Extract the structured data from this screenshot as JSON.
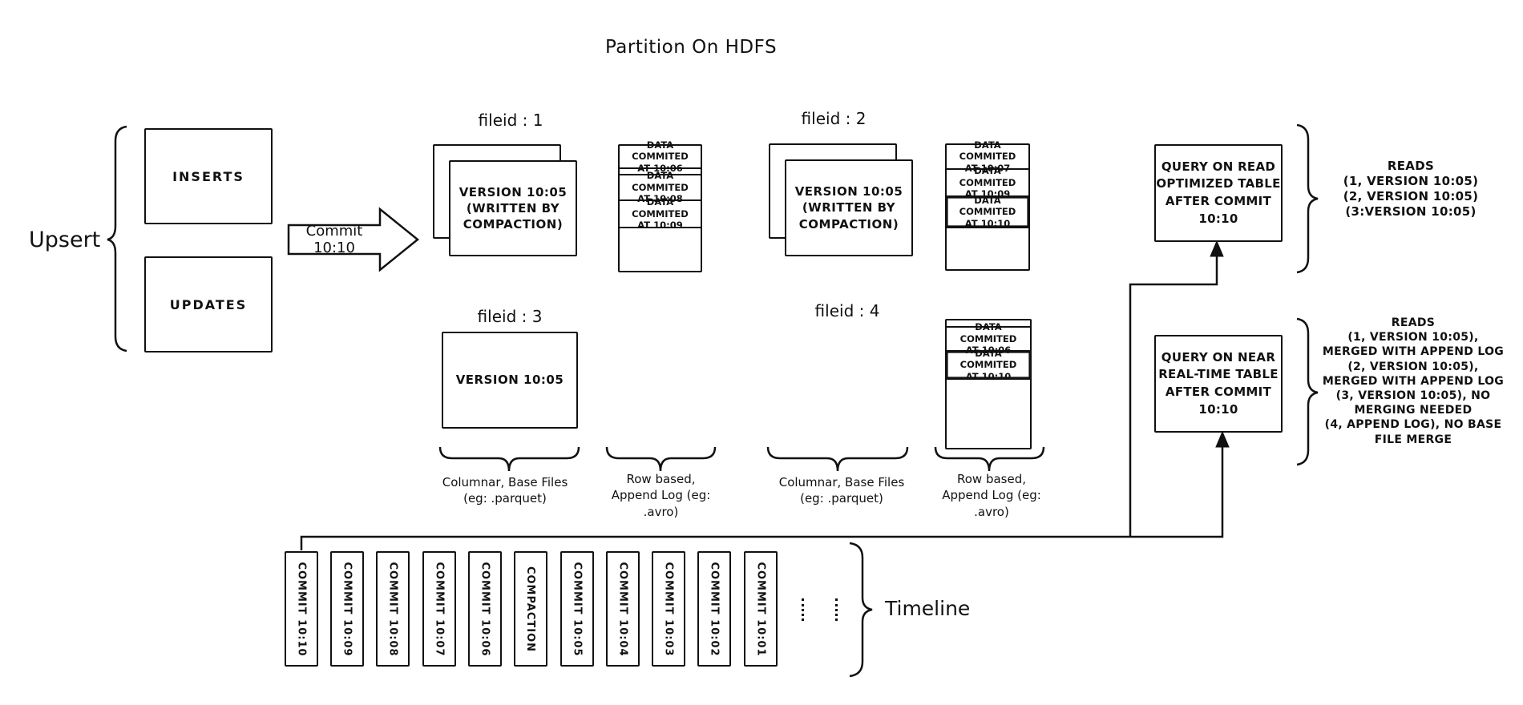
{
  "title": "Partition On HDFS",
  "upsert": {
    "label": "Upsert",
    "inserts": "INSERTS",
    "updates": "UPDATES"
  },
  "commit_arrow": "Commit 10:10",
  "files": [
    {
      "id": "fileid : 1",
      "base": "VERSION 10:05\n(WRITTEN BY\nCOMPACTION)",
      "log_rows": [
        "DATA COMMITED\nAT 10:06",
        "DATA COMMITED\nAT 10:08",
        "DATA COMMITED\nAT 10:09"
      ]
    },
    {
      "id": "fileid : 2",
      "base": "VERSION 10:05\n(WRITTEN BY\nCOMPACTION)",
      "log_rows": [
        "DATA COMMITED\nAT 10:07",
        "DATA COMMITED\nAT 10:09",
        "DATA COMMITED\nAT 10:10"
      ]
    },
    {
      "id": "fileid : 3",
      "base": "VERSION 10:05",
      "log_rows": []
    },
    {
      "id": "fileid : 4",
      "base": null,
      "log_rows": [
        "DATA COMMITED\nAT 10:06",
        "DATA COMMITED\nAT 10:10"
      ]
    }
  ],
  "group_labels": {
    "columnar": "Columnar, Base Files\n(eg: .parquet)",
    "row_based": "Row based,\nAppend Log  (eg:\n.avro)"
  },
  "queries": [
    {
      "box": "QUERY ON READ\nOPTIMIZED TABLE\nAFTER COMMIT\n10:10",
      "reads": "READS\n(1, VERSION 10:05)\n(2, VERSION 10:05)\n(3:VERSION 10:05)"
    },
    {
      "box": "QUERY ON NEAR\nREAL-TIME TABLE\nAFTER COMMIT\n10:10",
      "reads": "READS\n(1, VERSION 10:05),\nMERGED WITH APPEND LOG\n(2, VERSION 10:05),\nMERGED WITH APPEND LOG\n(3, VERSION 10:05), NO\nMERGING NEEDED\n(4, APPEND LOG), NO BASE\nFILE MERGE"
    }
  ],
  "timeline": {
    "label": "Timeline",
    "entries": [
      "COMMIT 10:10",
      "COMMIT 10:09",
      "COMMIT 10:08",
      "COMMIT 10:07",
      "COMMIT 10:06",
      "COMPACTION",
      "COMMIT 10:05",
      "COMMIT 10:04",
      "COMMIT 10:03",
      "COMMIT 10:02",
      "COMMIT 10:01"
    ]
  },
  "colors": {
    "ink": "#111111",
    "background": "#ffffff"
  }
}
